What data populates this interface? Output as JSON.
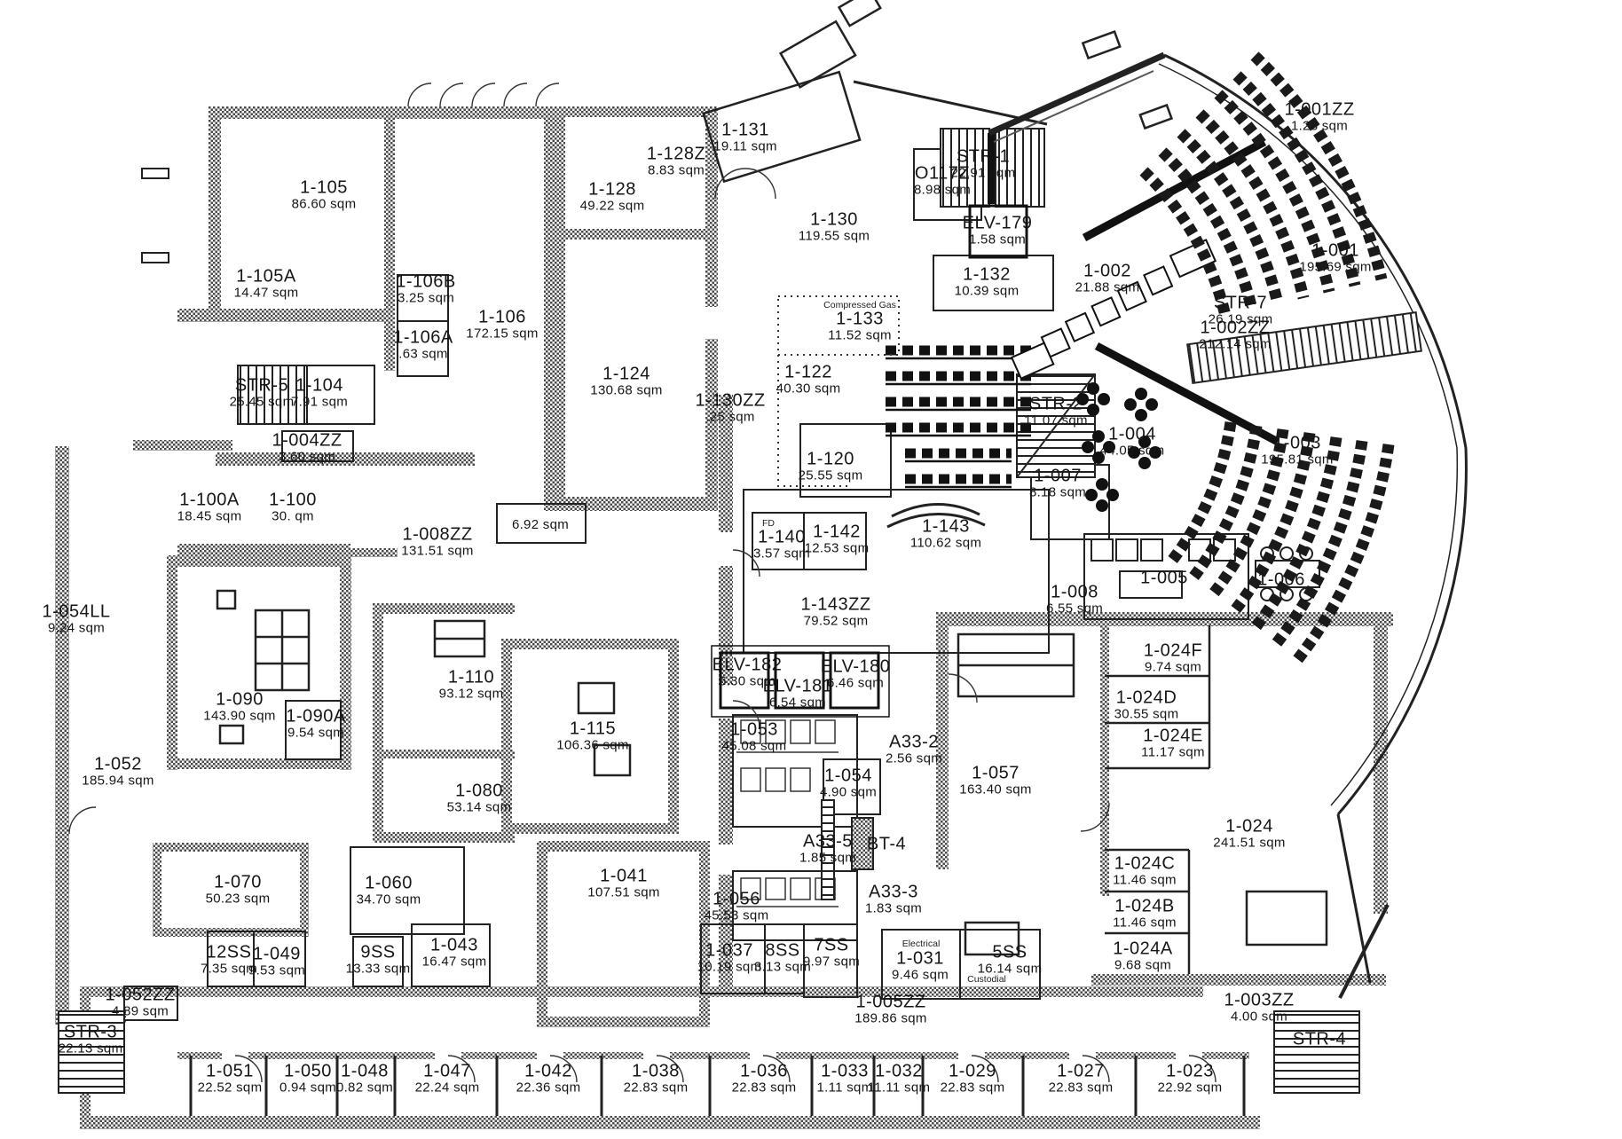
{
  "rooms": {
    "r1_105": {
      "id": "1-105",
      "area": "86.60 sqm"
    },
    "r1_105a": {
      "id": "1-105A",
      "area": "14.47 sqm"
    },
    "r1_106b": {
      "id": "1-106B",
      "area": "3.25 sqm"
    },
    "r1_106a": {
      "id": "1-106A",
      "area": ".63 sqm"
    },
    "r1_106": {
      "id": "1-106",
      "area": "172.15 sqm"
    },
    "str5": {
      "id": "STR-5",
      "area": "25.45 sqm"
    },
    "r1_104": {
      "id": "1-104",
      "area": "7.91 sqm"
    },
    "r1_004zz": {
      "id": "1-004ZZ",
      "area": "3.60 sqm"
    },
    "r1_100a": {
      "id": "1-100A",
      "area": "18.45 sqm"
    },
    "r1_100": {
      "id": "1-100",
      "area": "30.    qm"
    },
    "r1_008zz": {
      "id": "1-008ZZ",
      "area": "131.51 sqm"
    },
    "r6_92": {
      "id": "",
      "area": "6.92 sqm"
    },
    "r1_124": {
      "id": "1-124",
      "area": "130.68 sqm"
    },
    "r1_128": {
      "id": "1-128",
      "area": "49.22 sqm"
    },
    "r1_128z": {
      "id": "1-128Z",
      "area": "8.83 sqm"
    },
    "r1_131": {
      "id": "1-131",
      "area": "19.11 sqm"
    },
    "r1_130zz": {
      "id": "1-130ZZ",
      "area": ".25 sqm"
    },
    "r1_130": {
      "id": "1-130",
      "area": "119.55 sqm"
    },
    "o117z": {
      "id": "O117Z",
      "area": "8.98 sqm"
    },
    "str1": {
      "id": "STR-1",
      "area": "22.91 sqm"
    },
    "elv179": {
      "id": "ELV-179",
      "area": "1.58 sqm"
    },
    "r1_132": {
      "id": "1-132",
      "area": "10.39 sqm"
    },
    "r1_133": {
      "id": "1-133",
      "area": "11.52 sqm"
    },
    "r1_122": {
      "id": "1-122",
      "area": "40.30 sqm"
    },
    "r1_120": {
      "id": "1-120",
      "area": "25.55 sqm"
    },
    "r1_140": {
      "id": "1-140",
      "area": "3.57 sqm"
    },
    "r1_142": {
      "id": "1-142",
      "area": "12.53 sqm"
    },
    "r1_143": {
      "id": "1-143",
      "area": "110.62 sqm"
    },
    "str2": {
      "id": "STR-2",
      "area": "11.07 sqm"
    },
    "r1_007": {
      "id": "1-007",
      "area": "8.18 sqm"
    },
    "r1_004": {
      "id": "1-004",
      "area": "44.05 sqm"
    },
    "r1_002": {
      "id": "1-002",
      "area": "21.88 sqm"
    },
    "r1_001zz": {
      "id": "1-001ZZ",
      "area": "1.28 sqm"
    },
    "r1_001": {
      "id": "1-001",
      "area": "195.69 sqm"
    },
    "str7": {
      "id": "STR-7",
      "area": "26.19 sqm"
    },
    "r1_002zz": {
      "id": "1-002ZZ",
      "area": "212.14 sqm"
    },
    "r1_003": {
      "id": "1-003",
      "area": "195.81 sqm"
    },
    "r1_005": {
      "id": "1-005",
      "area": ""
    },
    "r1_006": {
      "id": "1-006",
      "area": ""
    },
    "r1_008": {
      "id": "1-008",
      "area": "6.55 sqm"
    },
    "r1_143zz": {
      "id": "1-143ZZ",
      "area": "79.52 sqm"
    },
    "elv182": {
      "id": "ELV-182",
      "area": "6.30 sqm"
    },
    "elv181": {
      "id": "ELV-181",
      "area": "6.54 sqm"
    },
    "elv180": {
      "id": "ELV-180",
      "area": "6.46 sqm"
    },
    "r1_053": {
      "id": "1-053",
      "area": "45.08 sqm"
    },
    "r1_054": {
      "id": "1-054",
      "area": "4.90 sqm"
    },
    "a33_2": {
      "id": "A33-2",
      "area": "2.56 sqm"
    },
    "a33_5": {
      "id": "A33-5",
      "area": "1.85 sqm"
    },
    "bt4": {
      "id": "BT-4",
      "area": ""
    },
    "a33_3": {
      "id": "A33-3",
      "area": "1.83 sqm"
    },
    "r1_057": {
      "id": "1-057",
      "area": "163.40 sqm"
    },
    "r1_056": {
      "id": "1-056",
      "area": "45.53 sqm"
    },
    "r1_041": {
      "id": "1-041",
      "area": "107.51 sqm"
    },
    "r1_110": {
      "id": "1-110",
      "area": "93.12 sqm"
    },
    "r1_115": {
      "id": "1-115",
      "area": "106.36 sqm"
    },
    "r1_080": {
      "id": "1-080",
      "area": "53.14 sqm"
    },
    "r1_090": {
      "id": "1-090",
      "area": "143.90 sqm"
    },
    "r1_090a": {
      "id": "1-090A",
      "area": "9.54 sqm"
    },
    "r1_052": {
      "id": "1-052",
      "area": "185.94 sqm"
    },
    "r1_054ll": {
      "id": "1-054LL",
      "area": "9.24 sqm"
    },
    "r1_070": {
      "id": "1-070",
      "area": "50.23 sqm"
    },
    "r1_060": {
      "id": "1-060",
      "area": "34.70 sqm"
    },
    "r1_043": {
      "id": "1-043",
      "area": "16.47 sqm"
    },
    "r9ss": {
      "id": "9SS",
      "area": "13.33 sqm"
    },
    "r12ss": {
      "id": "12SS",
      "area": "7.35 sqm"
    },
    "r1_049": {
      "id": "1-049",
      "area": "9.53 sqm"
    },
    "r1_037": {
      "id": "1-037",
      "area": "10.19 sqm"
    },
    "r8ss": {
      "id": "8SS",
      "area": "3.13 sqm"
    },
    "r7ss": {
      "id": "7SS",
      "area": "9.97 sqm"
    },
    "r1_031": {
      "id": "1-031",
      "area": "9.46 sqm"
    },
    "r5ss": {
      "id": "5SS",
      "area": "16.14 sqm"
    },
    "r1_024d": {
      "id": "1-024D",
      "area": "30.55 sqm"
    },
    "r1_024f": {
      "id": "1-024F",
      "area": "9.74 sqm"
    },
    "r1_024e": {
      "id": "1-024E",
      "area": "11.17 sqm"
    },
    "r1_024": {
      "id": "1-024",
      "area": "241.51 sqm"
    },
    "r1_024c": {
      "id": "1-024C",
      "area": "11.46 sqm"
    },
    "r1_024b": {
      "id": "1-024B",
      "area": "11.46 sqm"
    },
    "r1_024a": {
      "id": "1-024A",
      "area": "9.68 sqm"
    },
    "r1_005zz": {
      "id": "1-005ZZ",
      "area": "189.86 sqm"
    },
    "r1_003zz": {
      "id": "1-003ZZ",
      "area": "4.00 sqm"
    },
    "r1_052zz": {
      "id": "1-052ZZ",
      "area": "4.89 sqm"
    },
    "str3": {
      "id": "STR-3",
      "area": "22.13 sqm"
    },
    "str4": {
      "id": "STR-4",
      "area": ""
    },
    "r1_051": {
      "id": "1-051",
      "area": "22.52 sqm"
    },
    "r1_050": {
      "id": "1-050",
      "area": "0.94 sqm"
    },
    "r1_048": {
      "id": "1-048",
      "area": "0.82 sqm"
    },
    "r1_047": {
      "id": "1-047",
      "area": "22.24 sqm"
    },
    "r1_042": {
      "id": "1-042",
      "area": "22.36 sqm"
    },
    "r1_038": {
      "id": "1-038",
      "area": "22.83 sqm"
    },
    "r1_036": {
      "id": "1-036",
      "area": "22.83 sqm"
    },
    "r1_033": {
      "id": "1-033",
      "area": "1.11 sqm"
    },
    "r1_032": {
      "id": "1-032",
      "area": "11.11 sqm"
    },
    "r1_029": {
      "id": "1-029",
      "area": "22.83 sqm"
    },
    "r1_027": {
      "id": "1-027",
      "area": "22.83 sqm"
    },
    "r1_023": {
      "id": "1-023",
      "area": "22.92 sqm"
    }
  },
  "annotations": {
    "compressed_gas": "Compressed Gas",
    "electrical": "Electrical",
    "custodial": "Custodial",
    "fd": "FD"
  }
}
